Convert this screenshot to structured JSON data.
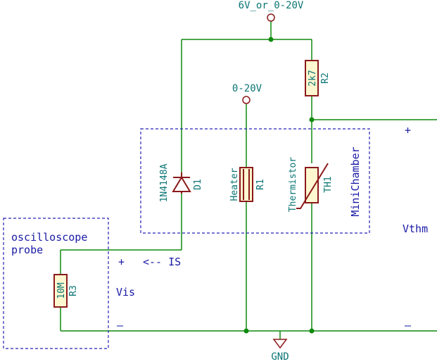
{
  "labels": {
    "supply_top": "6V_or_0-20V",
    "supply_heater": "0-20V",
    "ground": "GND",
    "r2_value": "2k7",
    "r2_ref": "R2",
    "d1_value": "1N4148A",
    "d1_ref": "D1",
    "r1_value": "Heater",
    "r1_ref": "R1",
    "th1_value": "Thermistor",
    "th1_ref": "TH1",
    "r3_value": "10M",
    "r3_ref": "R3",
    "minichamber": "MiniChamber",
    "oscilloscope_line1": "oscilloscope",
    "oscilloscope_line2": "probe",
    "plus_left": "+",
    "is_arrow": "<-- IS",
    "vis": "Vis",
    "minus_left": "–",
    "plus_right": "+",
    "vthm": "Vthm",
    "minus_right": "–"
  },
  "colors": {
    "wire": "#0e8a0e",
    "component": "#8b1a1a",
    "component_fill": "#fff7d0",
    "dashed_box": "#2323b4",
    "label_teal": "#0b7575",
    "label_blue": "#1a1aa6"
  }
}
